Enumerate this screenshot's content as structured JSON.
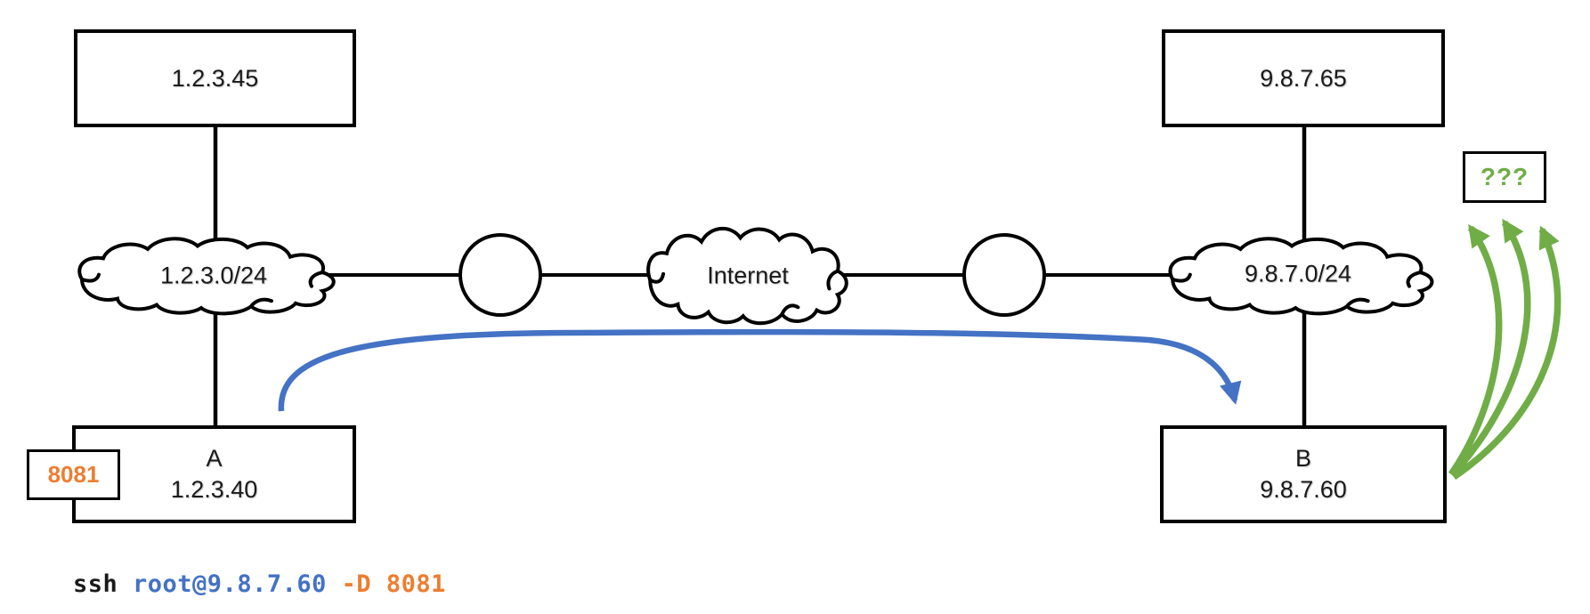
{
  "nodes": {
    "top_left_host": {
      "label": "1.2.3.45"
    },
    "top_right_host": {
      "label": "9.8.7.65"
    },
    "host_a": {
      "name": "A",
      "ip": "1.2.3.40"
    },
    "host_b": {
      "name": "B",
      "ip": "9.8.7.60"
    },
    "port_badge": {
      "label": "8081"
    },
    "mystery_box": {
      "label": "???"
    }
  },
  "clouds": {
    "left_network": {
      "label": "1.2.3.0/24"
    },
    "internet": {
      "label": "Internet"
    },
    "right_network": {
      "label": "9.8.7.0/24"
    }
  },
  "command": {
    "parts": [
      {
        "text": "ssh ",
        "color": "#1a1a1a"
      },
      {
        "text": "root@9.8.7.60 ",
        "color": "#4472c4"
      },
      {
        "text": "-D 8081",
        "color": "#ed7d31"
      }
    ]
  },
  "colors": {
    "forward_arrow_blue": "#4472c4",
    "proxy_arrows_green": "#70ad47",
    "port_orange": "#ed7d31",
    "outline_black": "#000000"
  }
}
